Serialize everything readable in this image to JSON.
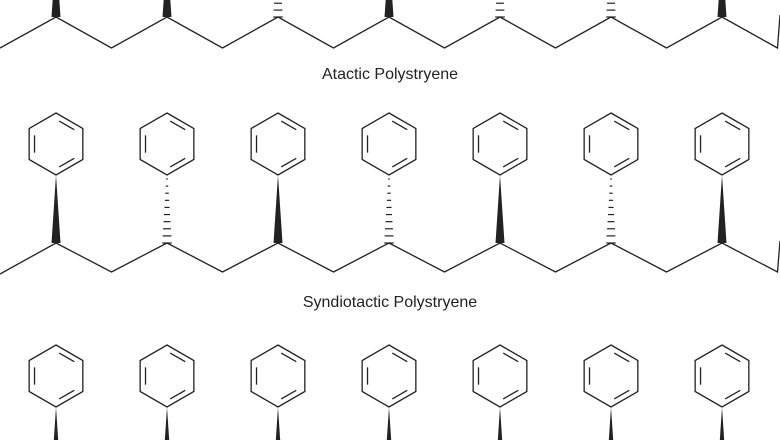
{
  "labels": {
    "atactic": "Atactic Polystryene",
    "syndiotactic": "Syndiotactic Polystryene"
  },
  "chains": [
    {
      "name": "atactic",
      "stereo": [
        "wedge",
        "wedge",
        "hash",
        "wedge",
        "hash",
        "hash",
        "wedge"
      ],
      "rings_visible": false
    },
    {
      "name": "syndiotactic",
      "stereo": [
        "wedge",
        "hash",
        "wedge",
        "hash",
        "wedge",
        "hash",
        "wedge"
      ],
      "rings_visible": true
    },
    {
      "name": "unlabeled-bottom",
      "stereo": [
        "wedge",
        "wedge",
        "wedge",
        "wedge",
        "wedge",
        "wedge",
        "wedge"
      ],
      "rings_visible": true
    }
  ],
  "colors": {
    "line": "#222222",
    "background": "#ffffff"
  }
}
